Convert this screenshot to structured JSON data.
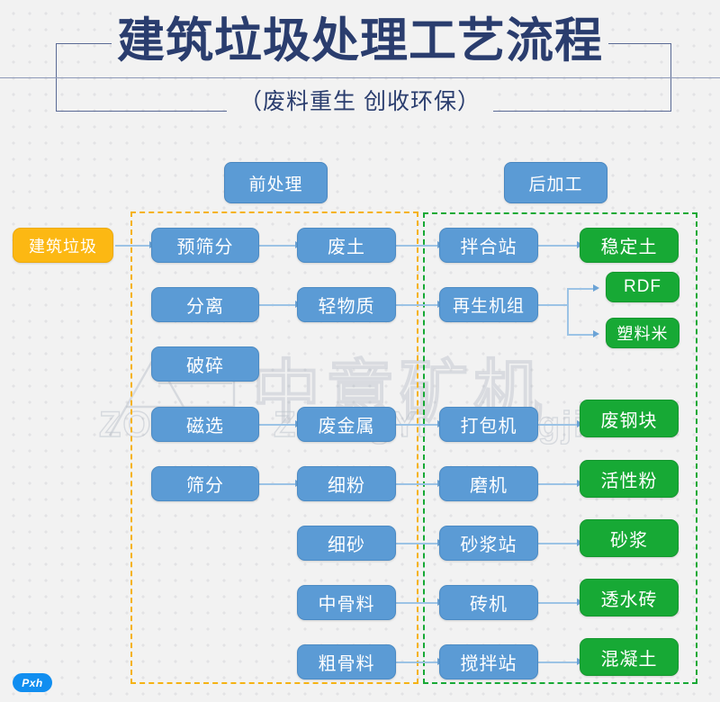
{
  "header": {
    "title": "建筑垃圾处理工艺流程",
    "subtitle": "（废料重生  创收环保）"
  },
  "watermark": {
    "chinese": "中意矿机",
    "latin": "ZOONYE  ZhongYi Kuangji"
  },
  "badge": {
    "label": "Pxh"
  },
  "sections": [
    {
      "id": "pre",
      "label": "前处理",
      "frame_color": "#f5b214"
    },
    {
      "id": "post",
      "label": "后加工",
      "frame_color": "#17a935"
    }
  ],
  "colors": {
    "blue": "#5b9bd5",
    "green": "#17a935",
    "yellow": "#fcb813",
    "connector": "#9cc3e5",
    "title": "#2a3d6e",
    "background": "#f2f2f2"
  },
  "nodes": {
    "input": {
      "label": "建筑垃圾",
      "color": "yellow"
    },
    "column1": [
      {
        "label": "预筛分",
        "color": "blue"
      },
      {
        "label": "分离",
        "color": "blue"
      },
      {
        "label": "破碎",
        "color": "blue"
      },
      {
        "label": "磁选",
        "color": "blue"
      },
      {
        "label": "筛分",
        "color": "blue"
      }
    ],
    "column2": [
      {
        "label": "废土",
        "color": "blue"
      },
      {
        "label": "轻物质",
        "color": "blue"
      },
      {
        "label": "废金属",
        "color": "blue"
      },
      {
        "label": "细粉",
        "color": "blue"
      },
      {
        "label": "细砂",
        "color": "blue"
      },
      {
        "label": "中骨料",
        "color": "blue"
      },
      {
        "label": "粗骨料",
        "color": "blue"
      }
    ],
    "column3": [
      {
        "label": "拌合站",
        "color": "blue"
      },
      {
        "label": "再生机组",
        "color": "blue"
      },
      {
        "label": "打包机",
        "color": "blue"
      },
      {
        "label": "磨机",
        "color": "blue"
      },
      {
        "label": "砂浆站",
        "color": "blue"
      },
      {
        "label": "砖机",
        "color": "blue"
      },
      {
        "label": "搅拌站",
        "color": "blue"
      }
    ],
    "column4": [
      {
        "label": "稳定土",
        "color": "green"
      },
      {
        "label": "RDF",
        "color": "green"
      },
      {
        "label": "塑料米",
        "color": "green"
      },
      {
        "label": "废钢块",
        "color": "green"
      },
      {
        "label": "活性粉",
        "color": "green"
      },
      {
        "label": "砂浆",
        "color": "green"
      },
      {
        "label": "透水砖",
        "color": "green"
      },
      {
        "label": "混凝土",
        "color": "green"
      }
    ]
  },
  "flows": [
    {
      "from": "建筑垃圾",
      "to": "预筛分"
    },
    {
      "from": "预筛分",
      "to": "废土"
    },
    {
      "from": "分离",
      "to": "轻物质"
    },
    {
      "from": "磁选",
      "to": "废金属"
    },
    {
      "from": "筛分",
      "to": "细粉"
    },
    {
      "from": "废土",
      "to": "拌合站"
    },
    {
      "from": "轻物质",
      "to": "再生机组"
    },
    {
      "from": "废金属",
      "to": "打包机"
    },
    {
      "from": "细粉",
      "to": "磨机"
    },
    {
      "from": "细砂",
      "to": "砂浆站"
    },
    {
      "from": "中骨料",
      "to": "砖机"
    },
    {
      "from": "粗骨料",
      "to": "搅拌站"
    },
    {
      "from": "拌合站",
      "to": "稳定土"
    },
    {
      "from": "再生机组",
      "to": "RDF"
    },
    {
      "from": "再生机组",
      "to": "塑料米"
    },
    {
      "from": "打包机",
      "to": "废钢块"
    },
    {
      "from": "磨机",
      "to": "活性粉"
    },
    {
      "from": "砂浆站",
      "to": "砂浆"
    },
    {
      "from": "砖机",
      "to": "透水砖"
    },
    {
      "from": "搅拌站",
      "to": "混凝土"
    }
  ]
}
